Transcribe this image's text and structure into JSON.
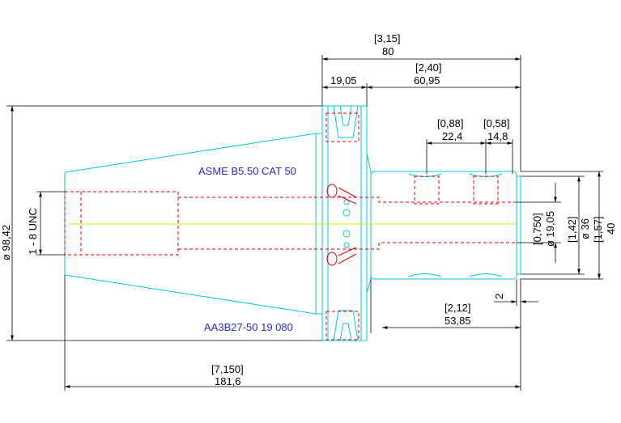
{
  "colors": {
    "outline": "#00c8e6",
    "hidden": "#e00000",
    "centerline": "#e6e600",
    "dimension": "#000000",
    "label": "#2b2bd6"
  },
  "labels": {
    "spec": "ASME B5.50 CAT 50",
    "part_number": "AA3B27-50 19 080"
  },
  "dims": {
    "top_overall_in": "[3,15]",
    "top_overall_mm": "80",
    "flange_width": "19,05",
    "gauge_len_in": "[2,40]",
    "gauge_len_mm": "60,95",
    "groove_pitch_in": "[0,88]",
    "groove_pitch_mm": "22,4",
    "groove_width_in": "[0,58]",
    "groove_width_mm": "14,8",
    "flange_dia": "ø 98,42",
    "thread": "1 - 8 UNC",
    "bore_in": "[0,750]",
    "bore_mm": "ø 19,05",
    "nose_dia_in": "[1,42]",
    "nose_dia_mm": "ø 36",
    "nose_len_in": "[1,57]",
    "nose_len_mm": "40",
    "chamfer": "2",
    "nose_length_in": "[2,12]",
    "nose_length_mm": "53,85",
    "overall_in": "[7,150]",
    "overall_mm": "181,6"
  }
}
